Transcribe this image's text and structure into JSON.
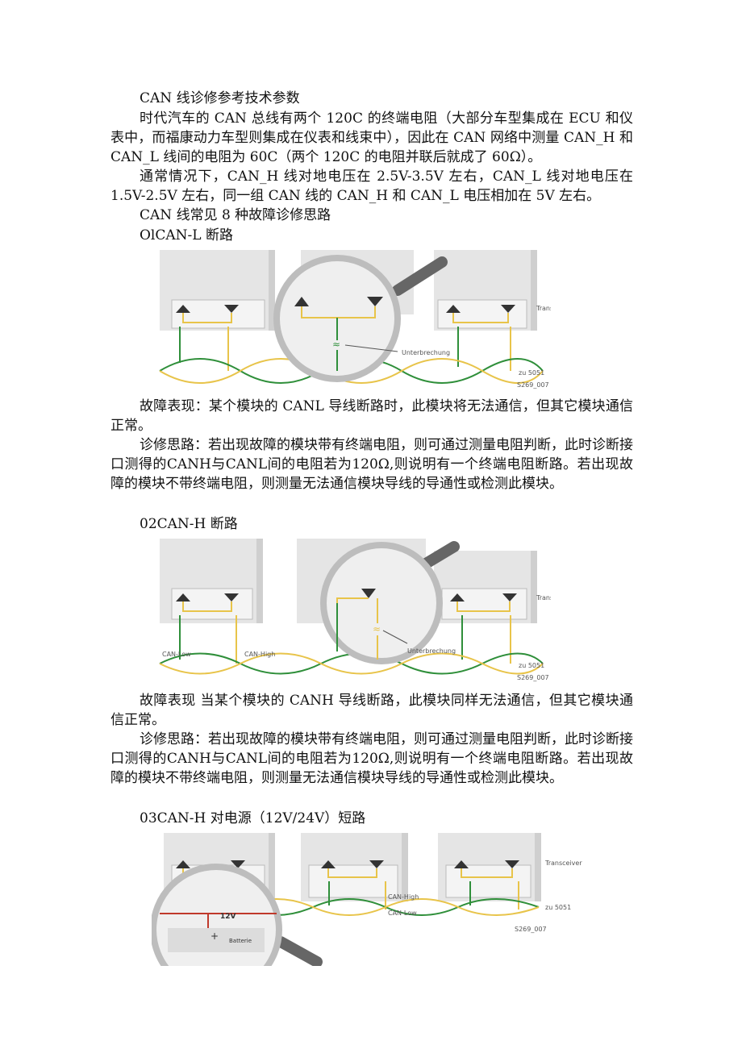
{
  "title": "CAN 线诊修参考技术参数",
  "intro1": "时代汽车的 CAN 总线有两个 120C 的终端电阻（大部分车型集成在 ECU 和仪表中，而福康动力车型则集成在仪表和线束中），因此在 CAN 网络中测量 CAN_H 和 CAN_L 线间的电阻为 60C（两个 120C 的电阻并联后就成了 60Ω）。",
  "intro2": "通常情况下，CAN_H 线对地电压在 2.5V-3.5V 左右，CAN_L 线对地电压在 1.5V-2.5V 左右，同一组 CAN 线的 CAN_H 和 CAN_L 电压相加在 5V 左右。",
  "faults_title": "CAN 线常见 8 种故障诊修思路",
  "sections": [
    {
      "heading": "OlCAN-L 断路",
      "symptom": "故障表现：某个模块的 CANL 导线断路时，此模块将无法通信，但其它模块通信正常。",
      "diagnosis": "诊修思路：若出现故障的模块带有终端电阻，则可通过测量电阻判断，此时诊断接口测得的CANH与CANL间的电阻若为120Ω,则说明有一个终端电阻断路。若出现故障的模块不带终端电阻，则测量无法通信模块导线的导通性或检测此模块。",
      "fig_labels": {
        "transceiver": "Transceiver",
        "break": "Unterbrechung",
        "zu": "zu 5051",
        "code": "S269_007"
      }
    },
    {
      "heading": "02CAN-H 断路",
      "symptom": "故障表现 当某个模块的 CANH 导线断路，此模块同样无法通信，但其它模块通信正常。",
      "diagnosis": "诊修思路：若出现故障的模块带有终端电阻，则可通过测量电阻判断，此时诊断接口测得的CANH与CANL间的电阻若为120Ω,则说明有一个终端电阻断路。若出现故障的模块不带终端电阻，则测量无法通信模块导线的导通性或检测此模块。",
      "fig_labels": {
        "transceiver": "Transceiver",
        "break": "Unterbrechung",
        "zu": "zu 5051",
        "code": "S269_007",
        "can_low": "CAN-Low",
        "can_high": "CAN-High"
      }
    },
    {
      "heading": "03CAN-H 对电源（12V/24V）短路",
      "fig_labels": {
        "transceiver": "Transceiver",
        "zu": "zu 5051",
        "code": "S269_007",
        "can_low": "CAN-Low",
        "can_high": "CAN-High",
        "voltage": "12V",
        "battery": "Batterie",
        "plus": "+"
      }
    }
  ]
}
